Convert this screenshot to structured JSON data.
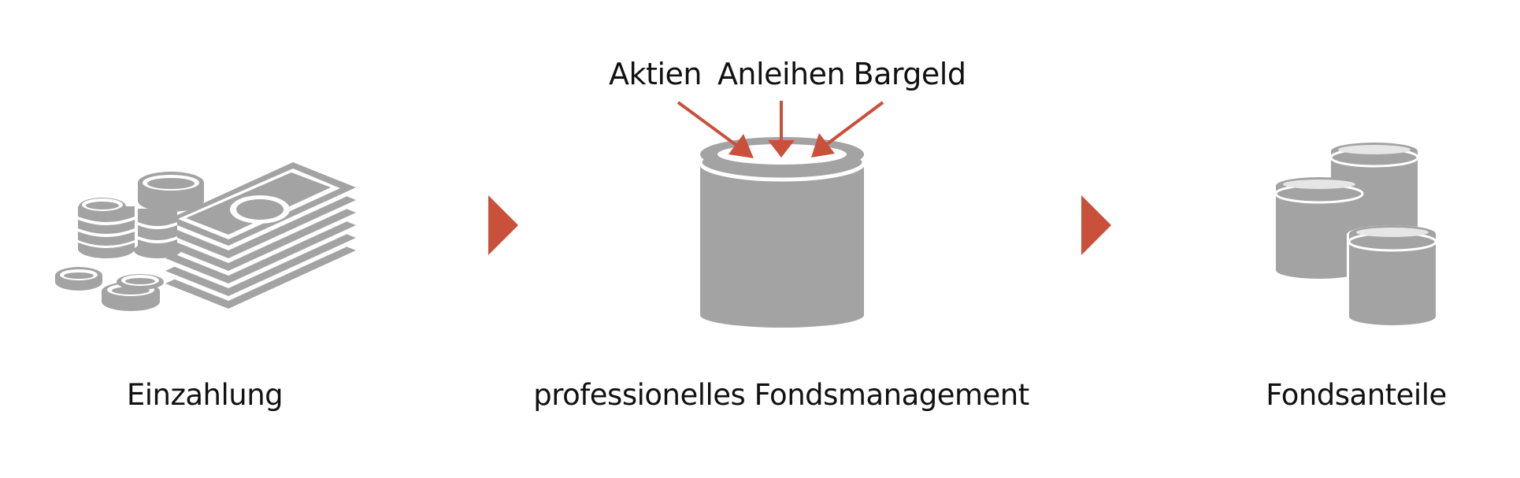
{
  "steps": {
    "deposit": {
      "label": "Einzahlung",
      "icon": "money-stack-icon"
    },
    "management": {
      "label": "professionelles Fondsmanagement",
      "icon": "fund-cylinder-icon",
      "inputs": [
        "Aktien",
        "Anleihen",
        "Bargeld"
      ]
    },
    "shares": {
      "label": "Fondsanteile",
      "icon": "coin-stacks-icon"
    }
  },
  "colors": {
    "icon_gray": "#a3a3a3",
    "accent_red": "#c9503a",
    "text": "#111111"
  }
}
